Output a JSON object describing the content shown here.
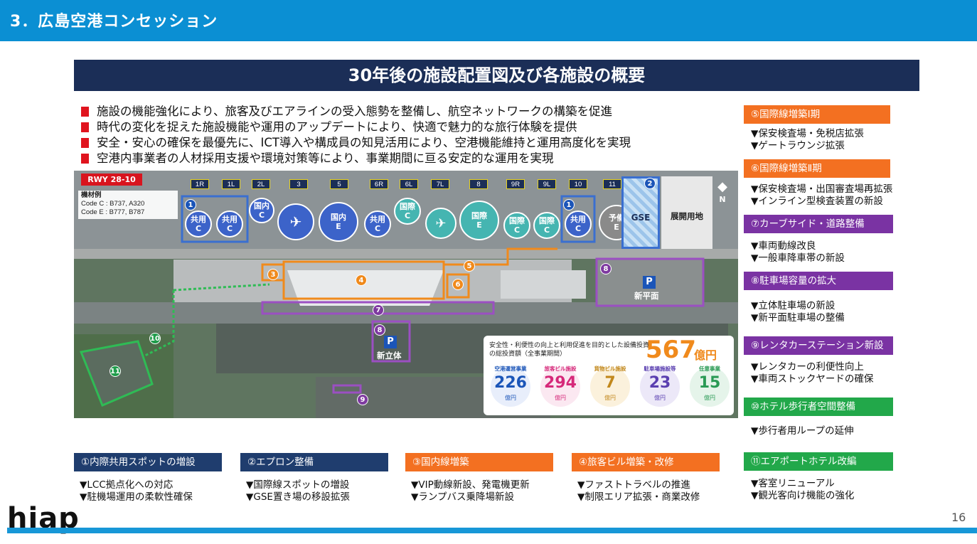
{
  "header": {
    "title": "3．広島空港コンセッション"
  },
  "banner": {
    "title": "30年後の施設配置図及び各施設の概要"
  },
  "bullets": [
    "施設の機能強化により、旅客及びエアラインの受入態勢を整備し、航空ネットワークの構築を促進",
    "時代の変化を捉えた施設機能や運用のアップデートにより、快適で魅力的な旅行体験を提供",
    "安全・安心の確保を最優先に、ICT導入や構成員の知見活用により、空港機能維持と運用高度化を実現",
    "空港内事業者の人材採用支援や環境対策等により、事業期間に亘る安定的な運用を実現"
  ],
  "map": {
    "runway": "RWY 28-10",
    "aircraft_title": "機材例",
    "aircraft_c": "Code C : B737, A320",
    "aircraft_e": "Code E : B777, B787",
    "spots": [
      "1R",
      "1L",
      "2L",
      "3",
      "5",
      "6R",
      "6L",
      "7L",
      "8",
      "9R",
      "9L",
      "10",
      "11"
    ],
    "stands": {
      "shared_c_1": "共用\nC",
      "shared_c_2": "共用\nC",
      "dom_c": "国内\nC",
      "dom_e": "国内\nE",
      "shared_c_3": "共用\nC",
      "intl_c_1": "国際\nC",
      "intl_e": "国際\nE",
      "intl_c_2": "国際\nC",
      "intl_c_3": "国際\nC",
      "shared_c_4": "共用\nC",
      "reserve_e": "予備\nE"
    },
    "e_mark": "E",
    "c_mark": "C",
    "gse": "GSE",
    "deploy": "展開用地",
    "north": "N",
    "parking_p": "P",
    "new_flat": "新平面",
    "new_multi": "新立体",
    "markers": [
      "1",
      "2",
      "3",
      "4",
      "5",
      "6",
      "7",
      "8",
      "9",
      "10",
      "11"
    ]
  },
  "investment": {
    "desc": "安全性・利便性の向上と利用促進を目的とした設備投資の総投資額（全事業期間）",
    "total": "567",
    "total_unit": "億円",
    "items": [
      {
        "label": "空港運営事業",
        "value": "226",
        "unit": "億円",
        "color": "#1b55b8"
      },
      {
        "label": "旅客ビル施設",
        "value": "294",
        "unit": "億円",
        "color": "#d6297a"
      },
      {
        "label": "貨物ビル施設",
        "value": "7",
        "unit": "億円",
        "color": "#e0a32a"
      },
      {
        "label": "駐車場施設等",
        "value": "23",
        "unit": "億円",
        "color": "#5a3fb0"
      },
      {
        "label": "任意事業",
        "value": "15",
        "unit": "億円",
        "color": "#2a9a55"
      }
    ]
  },
  "right": [
    {
      "head": "⑤国際線増築Ⅰ期",
      "lines": [
        "▼保安検査場・免税店拡張",
        "▼ゲートラウンジ拡張"
      ]
    },
    {
      "head": "⑥国際線増築Ⅱ期",
      "lines": [
        "▼保安検査場・出国審査場再拡張",
        "▼インライン型検査装置の新設"
      ]
    },
    {
      "head": "⑦カーブサイド・道路整備",
      "lines": [
        "▼車両動線改良",
        "▼一般車降車帯の新設"
      ]
    },
    {
      "head": "⑧駐車場容量の拡大",
      "lines": [
        "▼立体駐車場の新設",
        "▼新平面駐車場の整備"
      ]
    },
    {
      "head": "⑨レンタカーステーション新設",
      "lines": [
        "▼レンタカーの利便性向上",
        "▼車両ストックヤードの確保"
      ]
    },
    {
      "head": "⑩ホテル歩行者空間整備",
      "lines": [
        "▼歩行者用ループの延伸"
      ]
    },
    {
      "head": "⑪エアポートホテル改編",
      "lines": [
        "▼客室リニューアル",
        "▼観光客向け機能の強化"
      ]
    }
  ],
  "bottom": [
    {
      "head": "①内際共用スポットの増設",
      "lines": [
        "▼LCC拠点化への対応",
        "▼駐機場運用の柔軟性確保"
      ]
    },
    {
      "head": "②エプロン整備",
      "lines": [
        "▼国際線スポットの増設",
        "▼GSE置き場の移設拡張"
      ]
    },
    {
      "head": "③国内線増築",
      "lines": [
        "▼VIP動線新設、発電機更新",
        "▼ランプバス乗降場新設"
      ]
    },
    {
      "head": "④旅客ビル増築・改修",
      "lines": [
        "▼ファストトラベルの推進",
        "▼制限エリア拡張・商業改修"
      ]
    }
  ],
  "colors": {
    "top_bar": "#0b8fd3",
    "banner": "#1b2e57",
    "orange": "#f37021",
    "purple": "#7a33a3",
    "green": "#22a84a",
    "navy": "#1f3d6e"
  },
  "footer": {
    "logo": "hiap",
    "page": "16"
  }
}
